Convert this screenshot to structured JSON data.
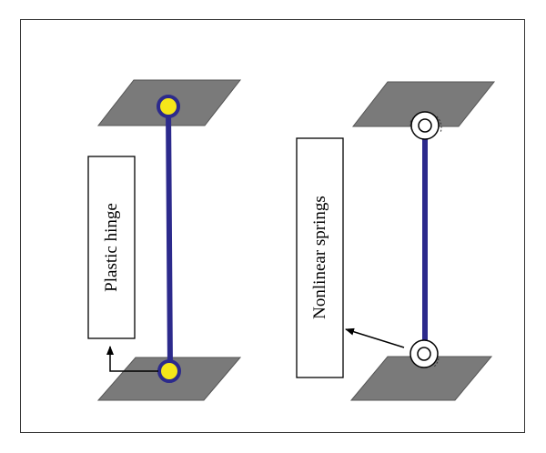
{
  "labels": {
    "left": "Plastic hinge",
    "right": "Nonlinear springs"
  },
  "colors": {
    "plate": "#7a7a7a",
    "column": "#2c2a8c",
    "hinge_fill": "#f5e61a",
    "spring_ring": "#000000",
    "frame": "#333333"
  },
  "icons": {
    "hinge": "yellow-circle",
    "spring": "concentric-circles",
    "pointer": "arrow"
  }
}
